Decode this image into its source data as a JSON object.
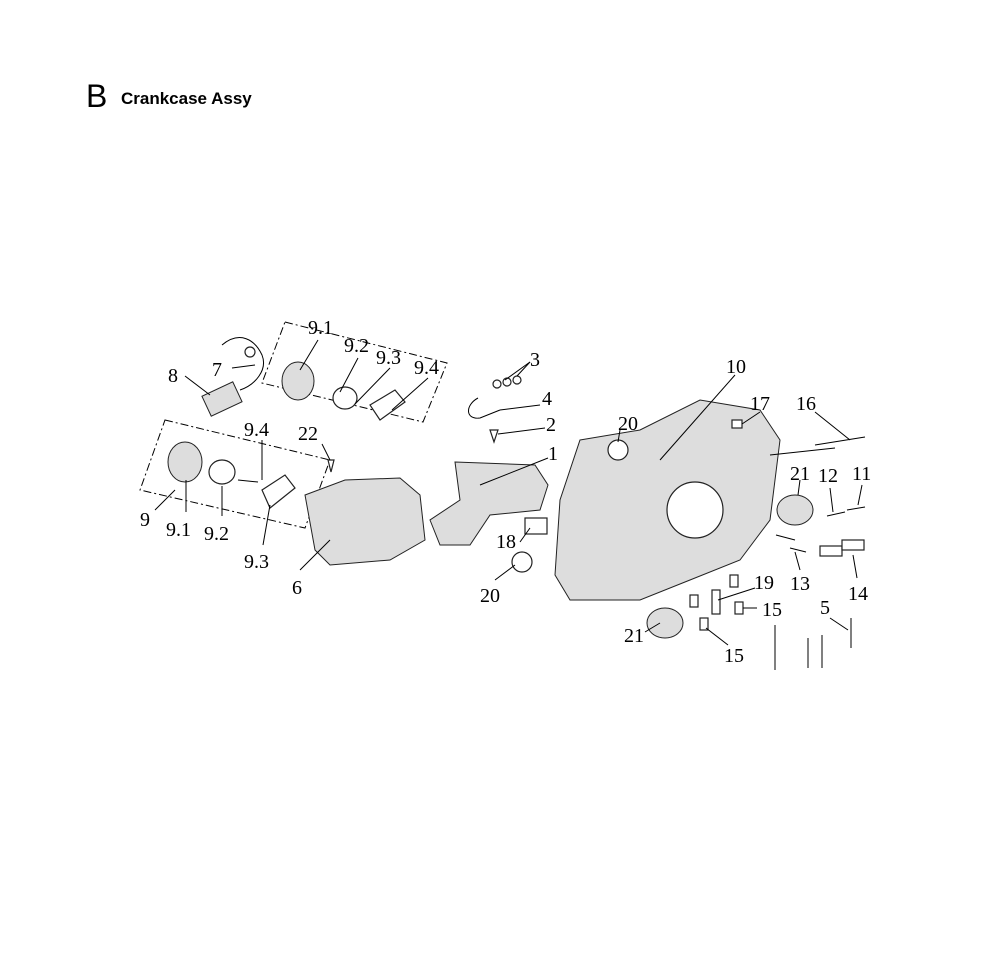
{
  "header": {
    "section_letter": "B",
    "title": "Crankcase Assy"
  },
  "callouts": [
    "8",
    "7",
    "9.1",
    "9.2",
    "9.3",
    "9.4",
    "9.4",
    "22",
    "9",
    "9.1",
    "9.2",
    "9.3",
    "6",
    "3",
    "4",
    "2",
    "1",
    "20",
    "10",
    "17",
    "16",
    "21",
    "12",
    "11",
    "18",
    "20",
    "13",
    "14",
    "19",
    "15",
    "5",
    "21",
    "15"
  ]
}
